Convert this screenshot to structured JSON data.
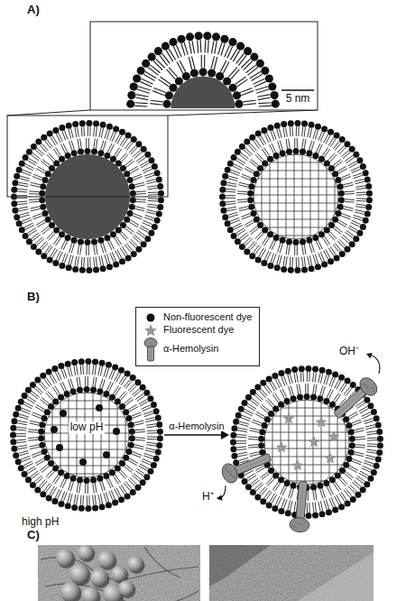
{
  "diagram": {
    "nodes": [
      {
        "text": [
          "low pH",
          "high pH"
        ]
      },
      {
        "text": [
          "OH⁻",
          "H⁺"
        ]
      }
    ],
    "edges": [
      {
        "from": 0,
        "to": 1,
        "arrow": "to",
        "label": "α-Hemolysin"
      }
    ],
    "labels": [
      "A)",
      "5 nm",
      "B)",
      "C)"
    ],
    "legend": [
      {
        "text": "Non-fluorescent dye"
      },
      {
        "text": "Fluorescent dye"
      },
      {
        "text": "α-Hemolysin"
      }
    ]
  }
}
